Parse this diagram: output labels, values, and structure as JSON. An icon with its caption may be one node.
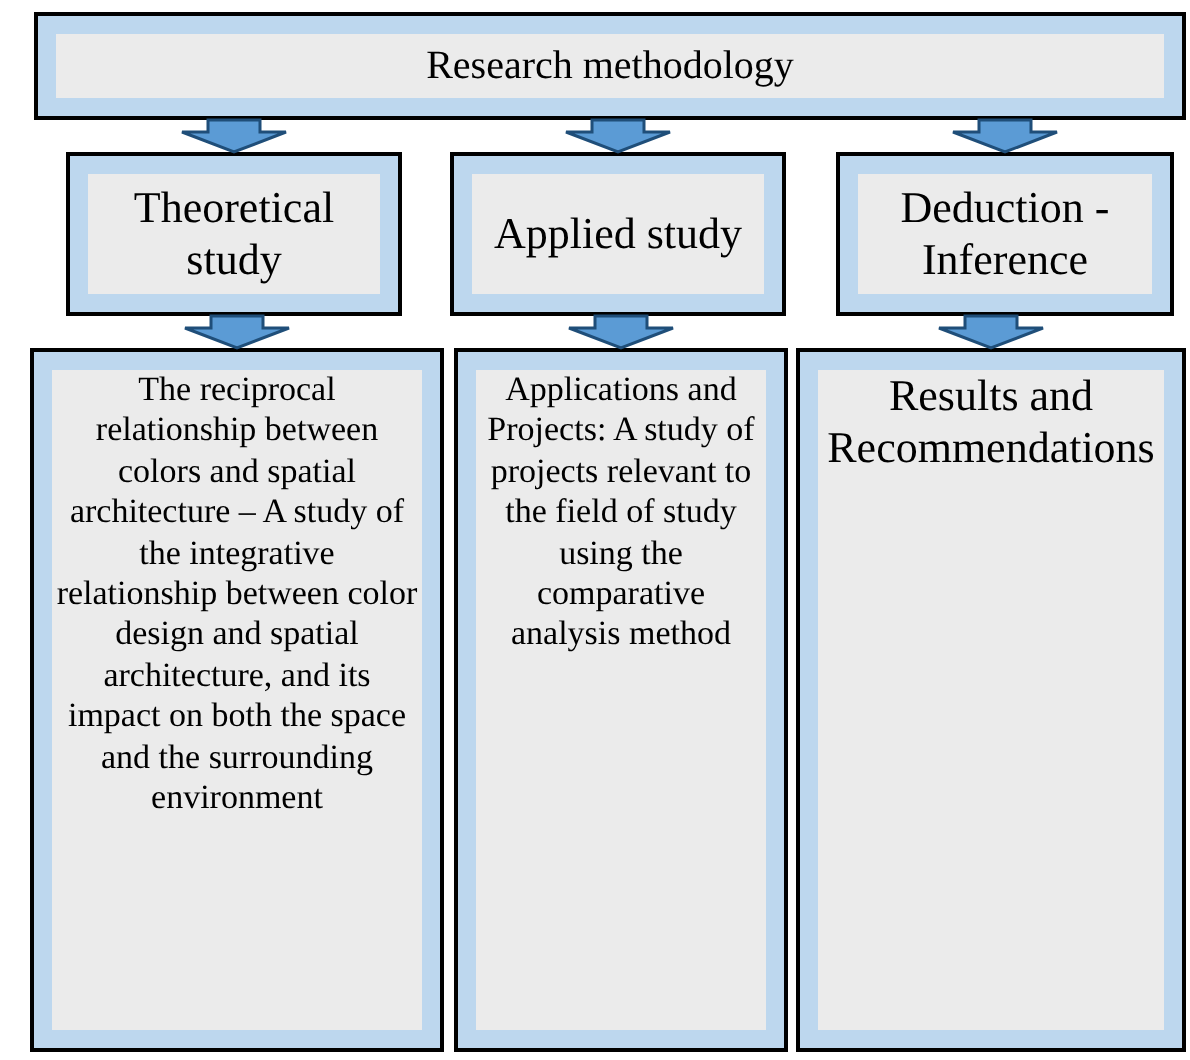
{
  "diagram": {
    "nodes": [
      {
        "text": [
          "Research methodology"
        ]
      },
      {
        "text": [
          "Theoretical study"
        ]
      },
      {
        "text": [
          "Applied study"
        ]
      },
      {
        "text": [
          "Deduction - Inference"
        ]
      },
      {
        "text": [
          "The reciprocal relationship between colors and spatial architecture – A study of the integrative relationship between color design and spatial architecture, and its impact on both the space and the surrounding environment"
        ]
      },
      {
        "text": [
          "Applications and Projects: A study of projects relevant to the field of study using the comparative analysis method"
        ]
      },
      {
        "text": [
          "Results and Recommendations"
        ]
      }
    ],
    "edges": [
      {
        "from": 0,
        "to": 1,
        "arrow": "to"
      },
      {
        "from": 0,
        "to": 2,
        "arrow": "to"
      },
      {
        "from": 0,
        "to": 3,
        "arrow": "to"
      },
      {
        "from": 1,
        "to": 4,
        "arrow": "to"
      },
      {
        "from": 2,
        "to": 5,
        "arrow": "to"
      },
      {
        "from": 3,
        "to": 6,
        "arrow": "to"
      }
    ]
  }
}
